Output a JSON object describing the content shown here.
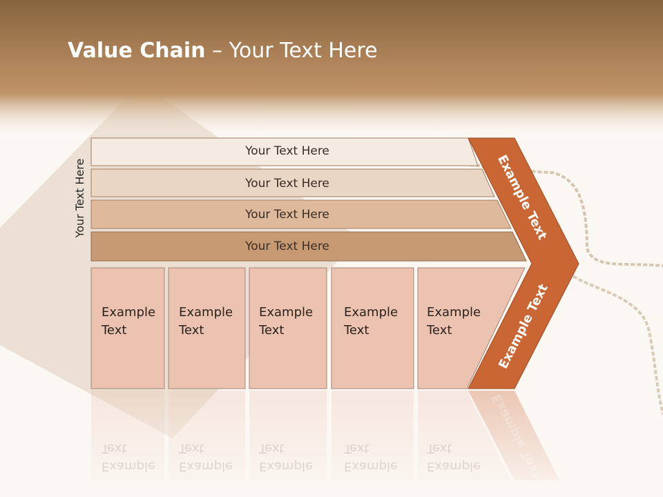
{
  "title": {
    "bold": "Value Chain",
    "rest": " – Your Text Here"
  },
  "side_label": "Your Text Here",
  "bars": [
    {
      "label": "Your Text Here"
    },
    {
      "label": "Your Text Here"
    },
    {
      "label": "Your Text Here"
    },
    {
      "label": "Your Text Here"
    }
  ],
  "columns": [
    {
      "label": "Example\nText"
    },
    {
      "label": "Example\nText"
    },
    {
      "label": "Example\nText"
    },
    {
      "label": "Example\nText"
    },
    {
      "label": "Example\nText"
    }
  ],
  "chevron": {
    "upper_label": "Example Text",
    "lower_label": "Example Text"
  },
  "colors": {
    "header_dark": "#86643f",
    "header_light": "#c09464",
    "chevron": "#c96634",
    "column_fill": "#ebc3b0",
    "bar_fills": [
      "#f4ebe2",
      "#ead6c4",
      "#deb99b",
      "#c89a74"
    ]
  }
}
